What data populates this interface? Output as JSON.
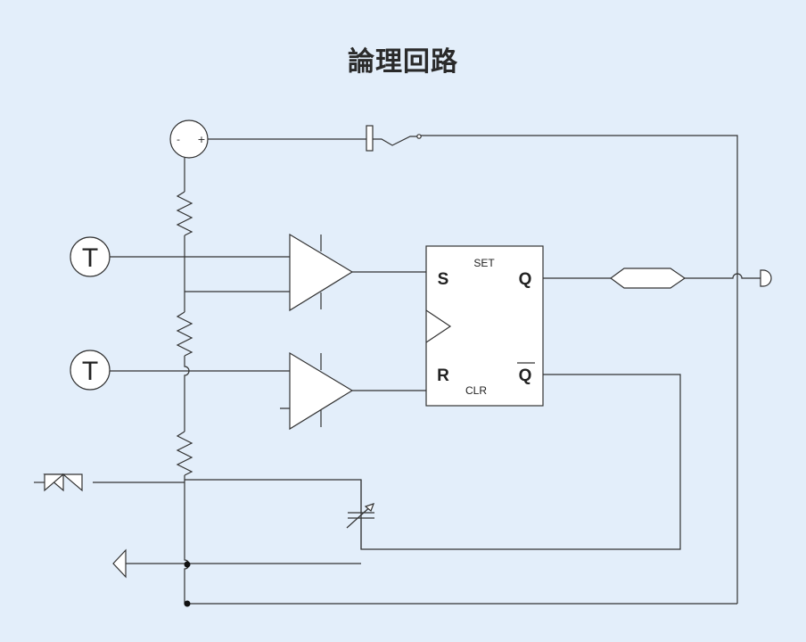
{
  "title": "論理回路",
  "source": {
    "minus": "-",
    "plus": "+"
  },
  "sensors": [
    {
      "label": "T"
    },
    {
      "label": "T"
    }
  ],
  "flipflop": {
    "s": "S",
    "r": "R",
    "q": "Q",
    "qbar": "Q",
    "set": "SET",
    "clr": "CLR"
  }
}
